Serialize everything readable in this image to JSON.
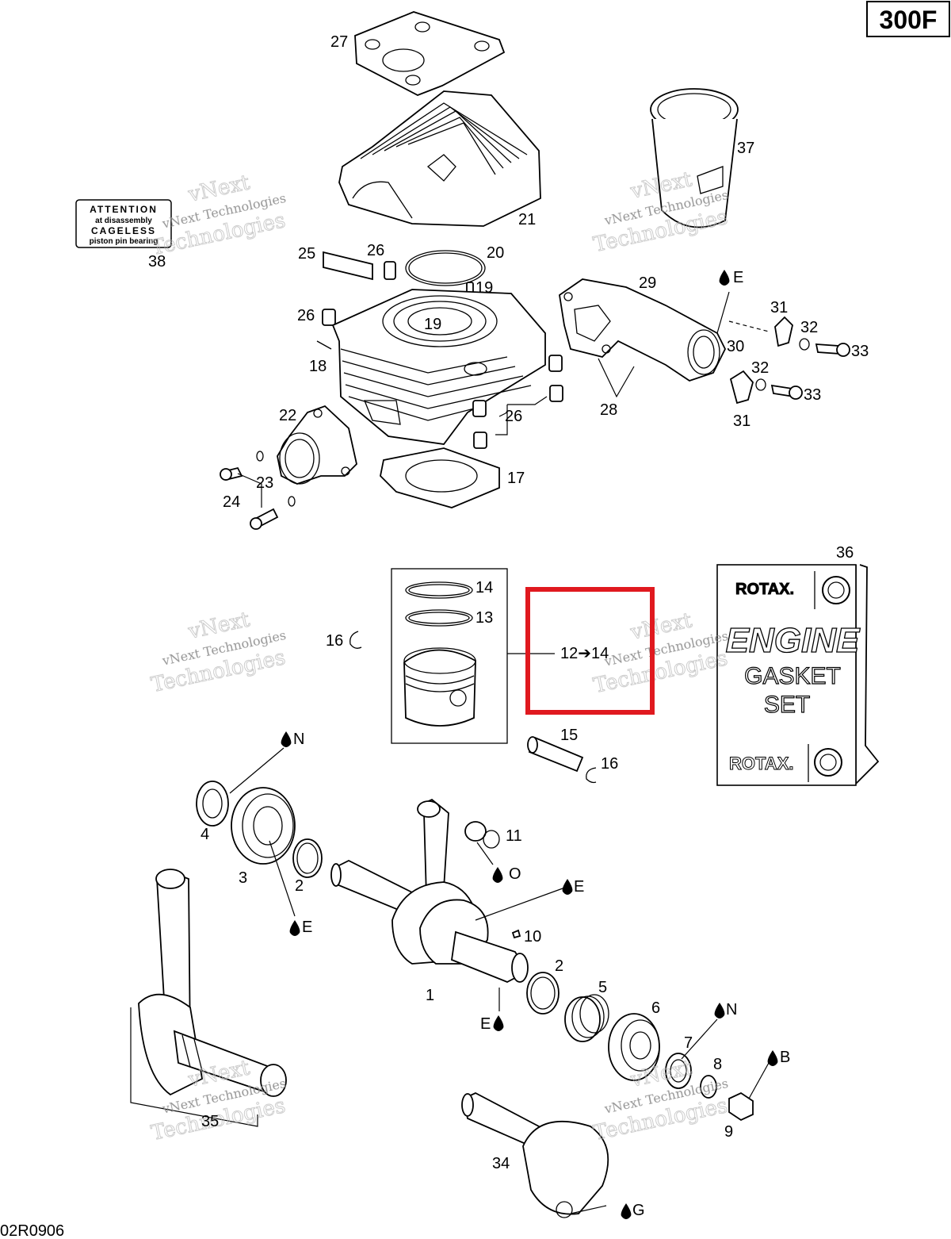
{
  "model_code": "300F",
  "drawing_number": "02R0906",
  "watermark": {
    "line1": "vNext",
    "line2": "vNext Technologies",
    "line3": "Technologies"
  },
  "attention_label": {
    "line1": "ATTENTION",
    "line2": "at disassembly",
    "line3": "CAGELESS",
    "line4": "piston pin bearing"
  },
  "gasket_set_card": {
    "brand": "ROTAX.",
    "title": "ENGINE",
    "line2": "GASKET",
    "line3": "SET"
  },
  "piston_kit_ref": "12➔14",
  "lube_codes": {
    "n": "N",
    "e": "E",
    "o": "O",
    "b": "B",
    "g": "G"
  },
  "highlight_color": "#e0191f",
  "part_labels": [
    {
      "id": "p27",
      "text": "27"
    },
    {
      "id": "p37",
      "text": "37"
    },
    {
      "id": "p21",
      "text": "21"
    },
    {
      "id": "p38",
      "text": "38"
    },
    {
      "id": "p25",
      "text": "25"
    },
    {
      "id": "p26a",
      "text": "26"
    },
    {
      "id": "p20",
      "text": "20"
    },
    {
      "id": "p19a",
      "text": "19"
    },
    {
      "id": "p19b",
      "text": "19"
    },
    {
      "id": "p26b",
      "text": "26"
    },
    {
      "id": "p18",
      "text": "18"
    },
    {
      "id": "p29",
      "text": "29"
    },
    {
      "id": "p31a",
      "text": "31"
    },
    {
      "id": "p32a",
      "text": "32"
    },
    {
      "id": "p33a",
      "text": "33"
    },
    {
      "id": "p30",
      "text": "30"
    },
    {
      "id": "p32b",
      "text": "32"
    },
    {
      "id": "p33b",
      "text": "33"
    },
    {
      "id": "p31b",
      "text": "31"
    },
    {
      "id": "p28",
      "text": "28"
    },
    {
      "id": "p26c",
      "text": "26"
    },
    {
      "id": "p22",
      "text": "22"
    },
    {
      "id": "p23",
      "text": "23"
    },
    {
      "id": "p24",
      "text": "24"
    },
    {
      "id": "p17",
      "text": "17"
    },
    {
      "id": "p36",
      "text": "36"
    },
    {
      "id": "p14",
      "text": "14"
    },
    {
      "id": "p13",
      "text": "13"
    },
    {
      "id": "p16a",
      "text": "16"
    },
    {
      "id": "p15",
      "text": "15"
    },
    {
      "id": "p16b",
      "text": "16"
    },
    {
      "id": "p4",
      "text": "4"
    },
    {
      "id": "p3",
      "text": "3"
    },
    {
      "id": "p2a",
      "text": "2"
    },
    {
      "id": "p11",
      "text": "11"
    },
    {
      "id": "p10",
      "text": "10"
    },
    {
      "id": "p2b",
      "text": "2"
    },
    {
      "id": "p1",
      "text": "1"
    },
    {
      "id": "p5",
      "text": "5"
    },
    {
      "id": "p6",
      "text": "6"
    },
    {
      "id": "p7",
      "text": "7"
    },
    {
      "id": "p8",
      "text": "8"
    },
    {
      "id": "p9",
      "text": "9"
    },
    {
      "id": "p35",
      "text": "35"
    },
    {
      "id": "p34",
      "text": "34"
    }
  ]
}
